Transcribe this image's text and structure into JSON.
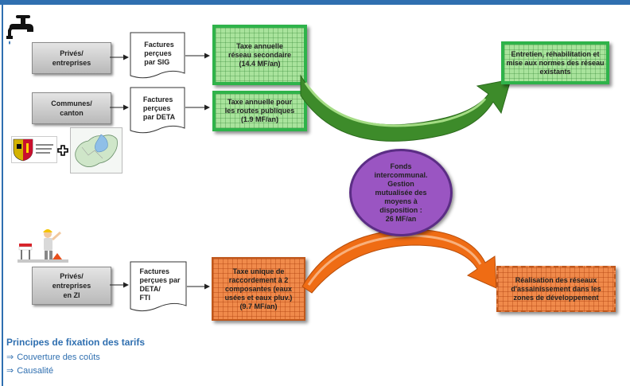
{
  "rows": [
    {
      "actor": "Privés/\nentreprises",
      "doc": "Factures\nperçues\npar SIG",
      "charge": "Taxe annuelle\nréseau secondaire\n(14.4 MF/an)"
    },
    {
      "actor": "Communes/\ncanton",
      "doc": "Factures\nperçues\npar DETA",
      "charge": "Taxe annuelle pour\nles routes publiques\n(1.9 MF/an)"
    },
    {
      "actor": "Privés/\nentreprises\nen ZI",
      "doc": "Factures\nperçues par\nDETA/\n        FTI",
      "charge": "Taxe unique de\nraccordement à 2\ncomposantes (eaux\nusées et eaux pluv.)\n(9.7 MF/an)"
    }
  ],
  "fonds": "Fonds\nintercommunal.\nGestion\nmutualisée des\nmoyens à\ndisposition :\n26 MF/an",
  "outcome_green": "Entretien, réhabilitation et\nmise aux normes des réseau\nexistants",
  "outcome_orange": "Réalisation des réseaux\nd'assainissement dans les\nzones de développement",
  "footer": {
    "title": "Principes de fixation des tarifs",
    "items": [
      "Couverture des coûts",
      "Causalité"
    ]
  },
  "icons": [
    "water-tap-icon",
    "geneva-coat-of-arms-icon",
    "plus-icon",
    "canton-map-icon",
    "construction-worker-icon"
  ],
  "colors": {
    "accent": "#2f6fb0",
    "green": "#2fb34a",
    "orange": "#f08a4b",
    "purple": "#9a55c2"
  }
}
